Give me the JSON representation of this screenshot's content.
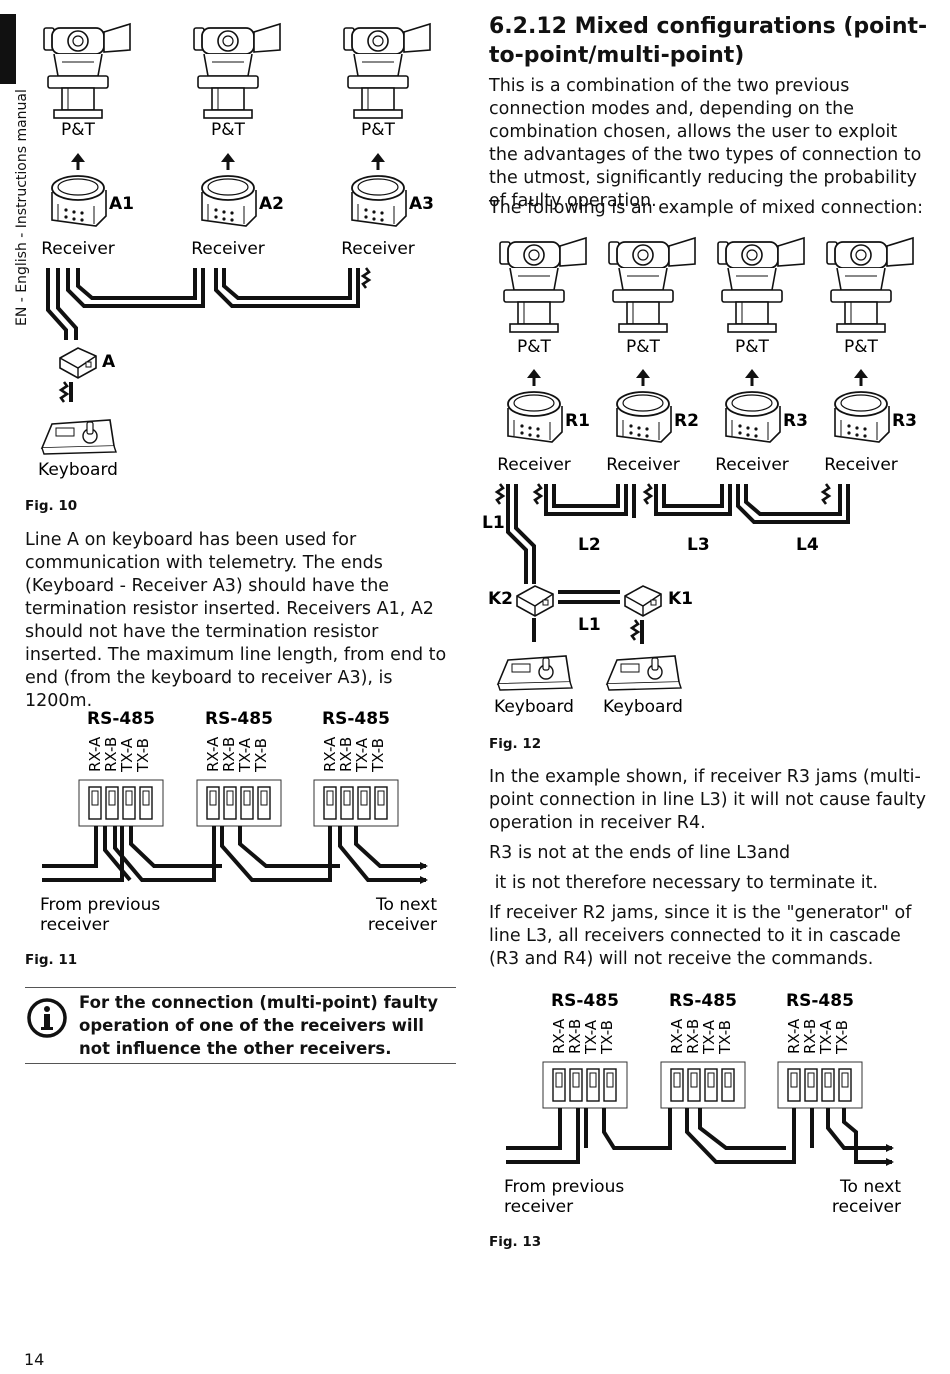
{
  "sidebar": {
    "label": "EN - English - Instructions manual"
  },
  "fig10": {
    "units": [
      {
        "pt": "P&T",
        "code": "A1",
        "receiver": "Receiver"
      },
      {
        "pt": "P&T",
        "code": "A2",
        "receiver": "Receiver"
      },
      {
        "pt": "P&T",
        "code": "A3",
        "receiver": "Receiver"
      }
    ],
    "junction_label": "A",
    "keyboard_label": "Keyboard",
    "caption": "Fig. 10"
  },
  "para1": "Line A on keyboard has been used for communication with telemetry. The ends (Keyboard - Receiver A3) should have the termination resistor inserted. Receivers A1, A2 should not have the termination resistor inserted. The maximum line length, from end to end (from the keyboard to receiver A3), is 1200m.",
  "fig11": {
    "modules": [
      {
        "title": "RS-485",
        "pins": [
          "RX-A",
          "RX-B",
          "TX-A",
          "TX-B"
        ]
      },
      {
        "title": "RS-485",
        "pins": [
          "RX-A",
          "RX-B",
          "TX-A",
          "TX-B"
        ]
      },
      {
        "title": "RS-485",
        "pins": [
          "RX-A",
          "RX-B",
          "TX-A",
          "TX-B"
        ]
      }
    ],
    "from_line1": "From previous",
    "from_line2": "receiver",
    "to_line1": "To next",
    "to_line2": "receiver",
    "caption": "Fig. 11"
  },
  "note": "For the connection (multi-point) faulty operation of one of the receivers will not influence the other receivers.",
  "section": {
    "title": "6.2.12  Mixed configurations (point-to-point/multi-point)",
    "p1": "This is a combination of the two previous connection modes and, depending on the combination chosen, allows the user to exploit the advantages of the two types of connection to the utmost, significantly reducing the probability of faulty operation.",
    "p2": "The following is an example of mixed connection:"
  },
  "fig12": {
    "units": [
      {
        "pt": "P&T",
        "code": "R1",
        "receiver": "Receiver"
      },
      {
        "pt": "P&T",
        "code": "R2",
        "receiver": "Receiver"
      },
      {
        "pt": "P&T",
        "code": "R3",
        "receiver": "Receiver"
      },
      {
        "pt": "P&T",
        "code": "R3",
        "receiver": "Receiver"
      }
    ],
    "lines": {
      "l1_top": "L1",
      "l2": "L2",
      "l3": "L3",
      "l4": "L4",
      "l1_mid": "L1"
    },
    "k2": "K2",
    "k1": "K1",
    "keyboards": [
      "Keyboard",
      "Keyboard"
    ],
    "caption": "Fig. 12"
  },
  "para2": "In the example shown, if receiver R3 jams (multi-point connection in line L3) it will not cause faulty operation in receiver R4.",
  "para3": "R3 is not at the ends of line L3and",
  "para4": " it is not therefore necessary to terminate it.",
  "para5": "If receiver R2 jams, since it is the \"generator\" of line L3, all receivers connected to it in cascade (R3 and R4) will not receive the commands.",
  "fig13": {
    "modules": [
      {
        "title": "RS-485",
        "pins": [
          "RX-A",
          "RX-B",
          "TX-A",
          "TX-B"
        ]
      },
      {
        "title": "RS-485",
        "pins": [
          "RX-A",
          "RX-B",
          "TX-A",
          "TX-B"
        ]
      },
      {
        "title": "RS-485",
        "pins": [
          "RX-A",
          "RX-B",
          "TX-A",
          "TX-B"
        ]
      }
    ],
    "from_line1": "From previous",
    "from_line2": "receiver",
    "to_line1": "To next",
    "to_line2": "receiver",
    "caption": "Fig. 13"
  },
  "page_number": "14"
}
